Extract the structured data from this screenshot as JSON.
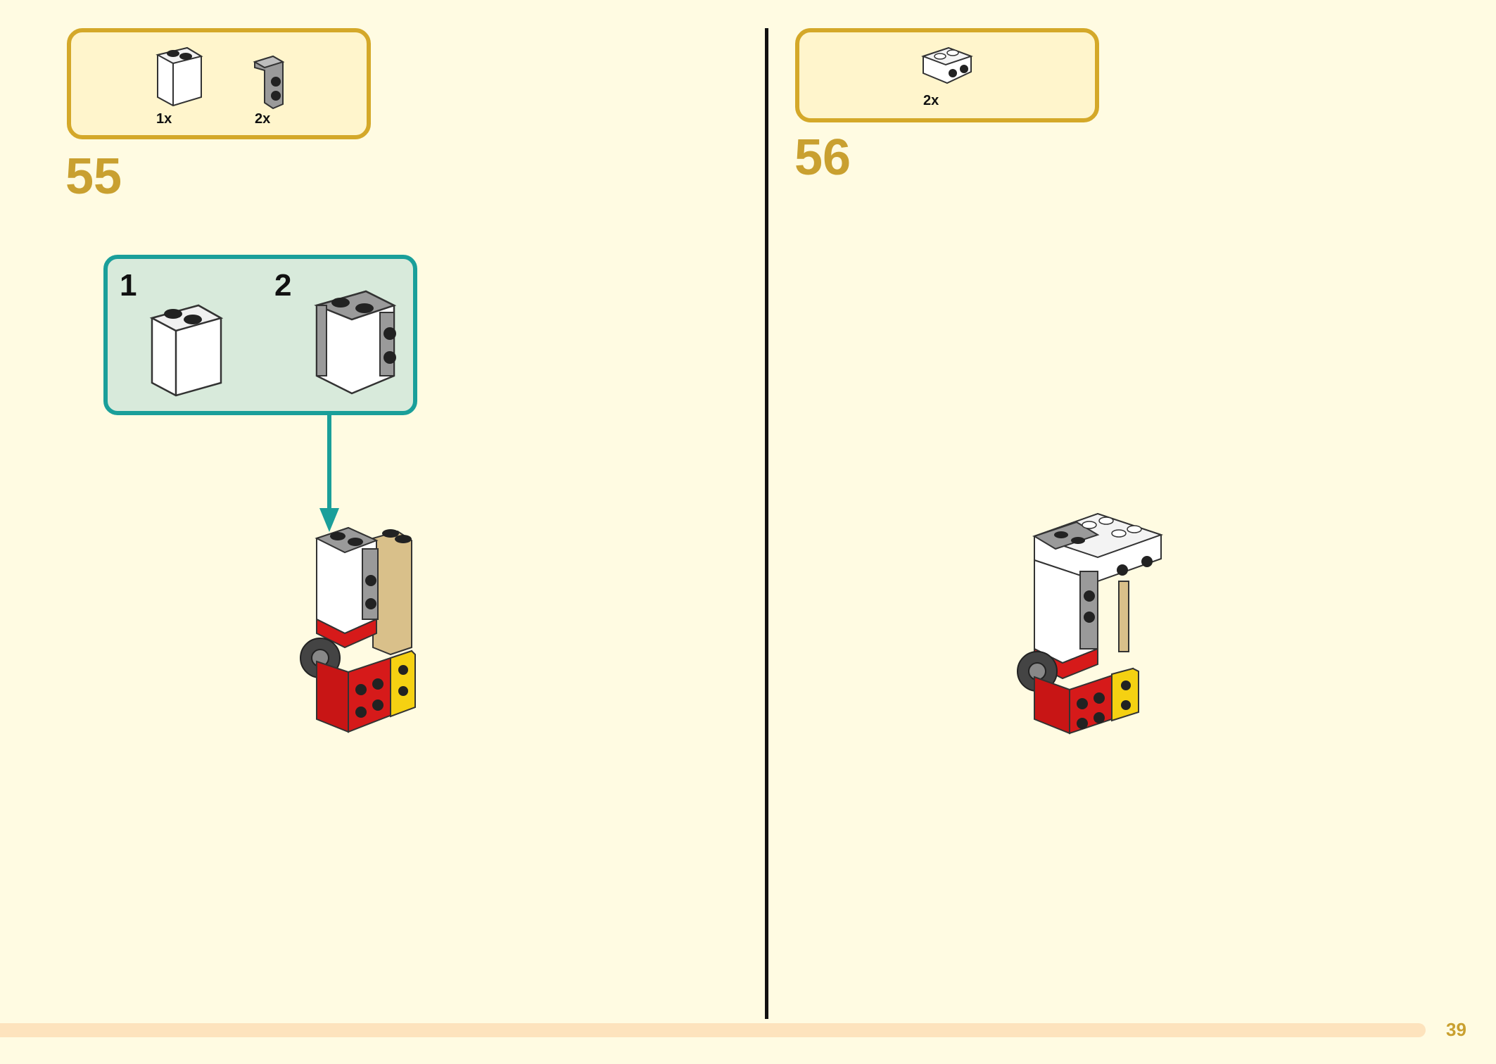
{
  "steps": [
    {
      "number": "55",
      "parts": [
        {
          "qty": "1x",
          "icon": "transparent-panel-brick-icon"
        },
        {
          "qty": "2x",
          "icon": "gray-bracket-icon"
        }
      ],
      "subassembly": {
        "steps": [
          {
            "number": "1",
            "icon": "transparent-panel-brick-icon"
          },
          {
            "number": "2",
            "icon": "panel-with-gray-brackets-icon"
          }
        ]
      },
      "model": "build-model-step-55-icon"
    },
    {
      "number": "56",
      "parts": [
        {
          "qty": "2x",
          "icon": "white-bracket-plate-icon"
        }
      ],
      "model": "build-model-step-56-icon"
    }
  ],
  "page_number": "39",
  "colors": {
    "page_background": "#fffbe2",
    "parts_box_border": "#d4a829",
    "parts_box_fill": "#fff5cc",
    "step_number": "#c9a030",
    "subassembly_border": "#1a9f9a",
    "subassembly_fill": "#d8eadb",
    "footer_bar": "#fde3bd"
  }
}
